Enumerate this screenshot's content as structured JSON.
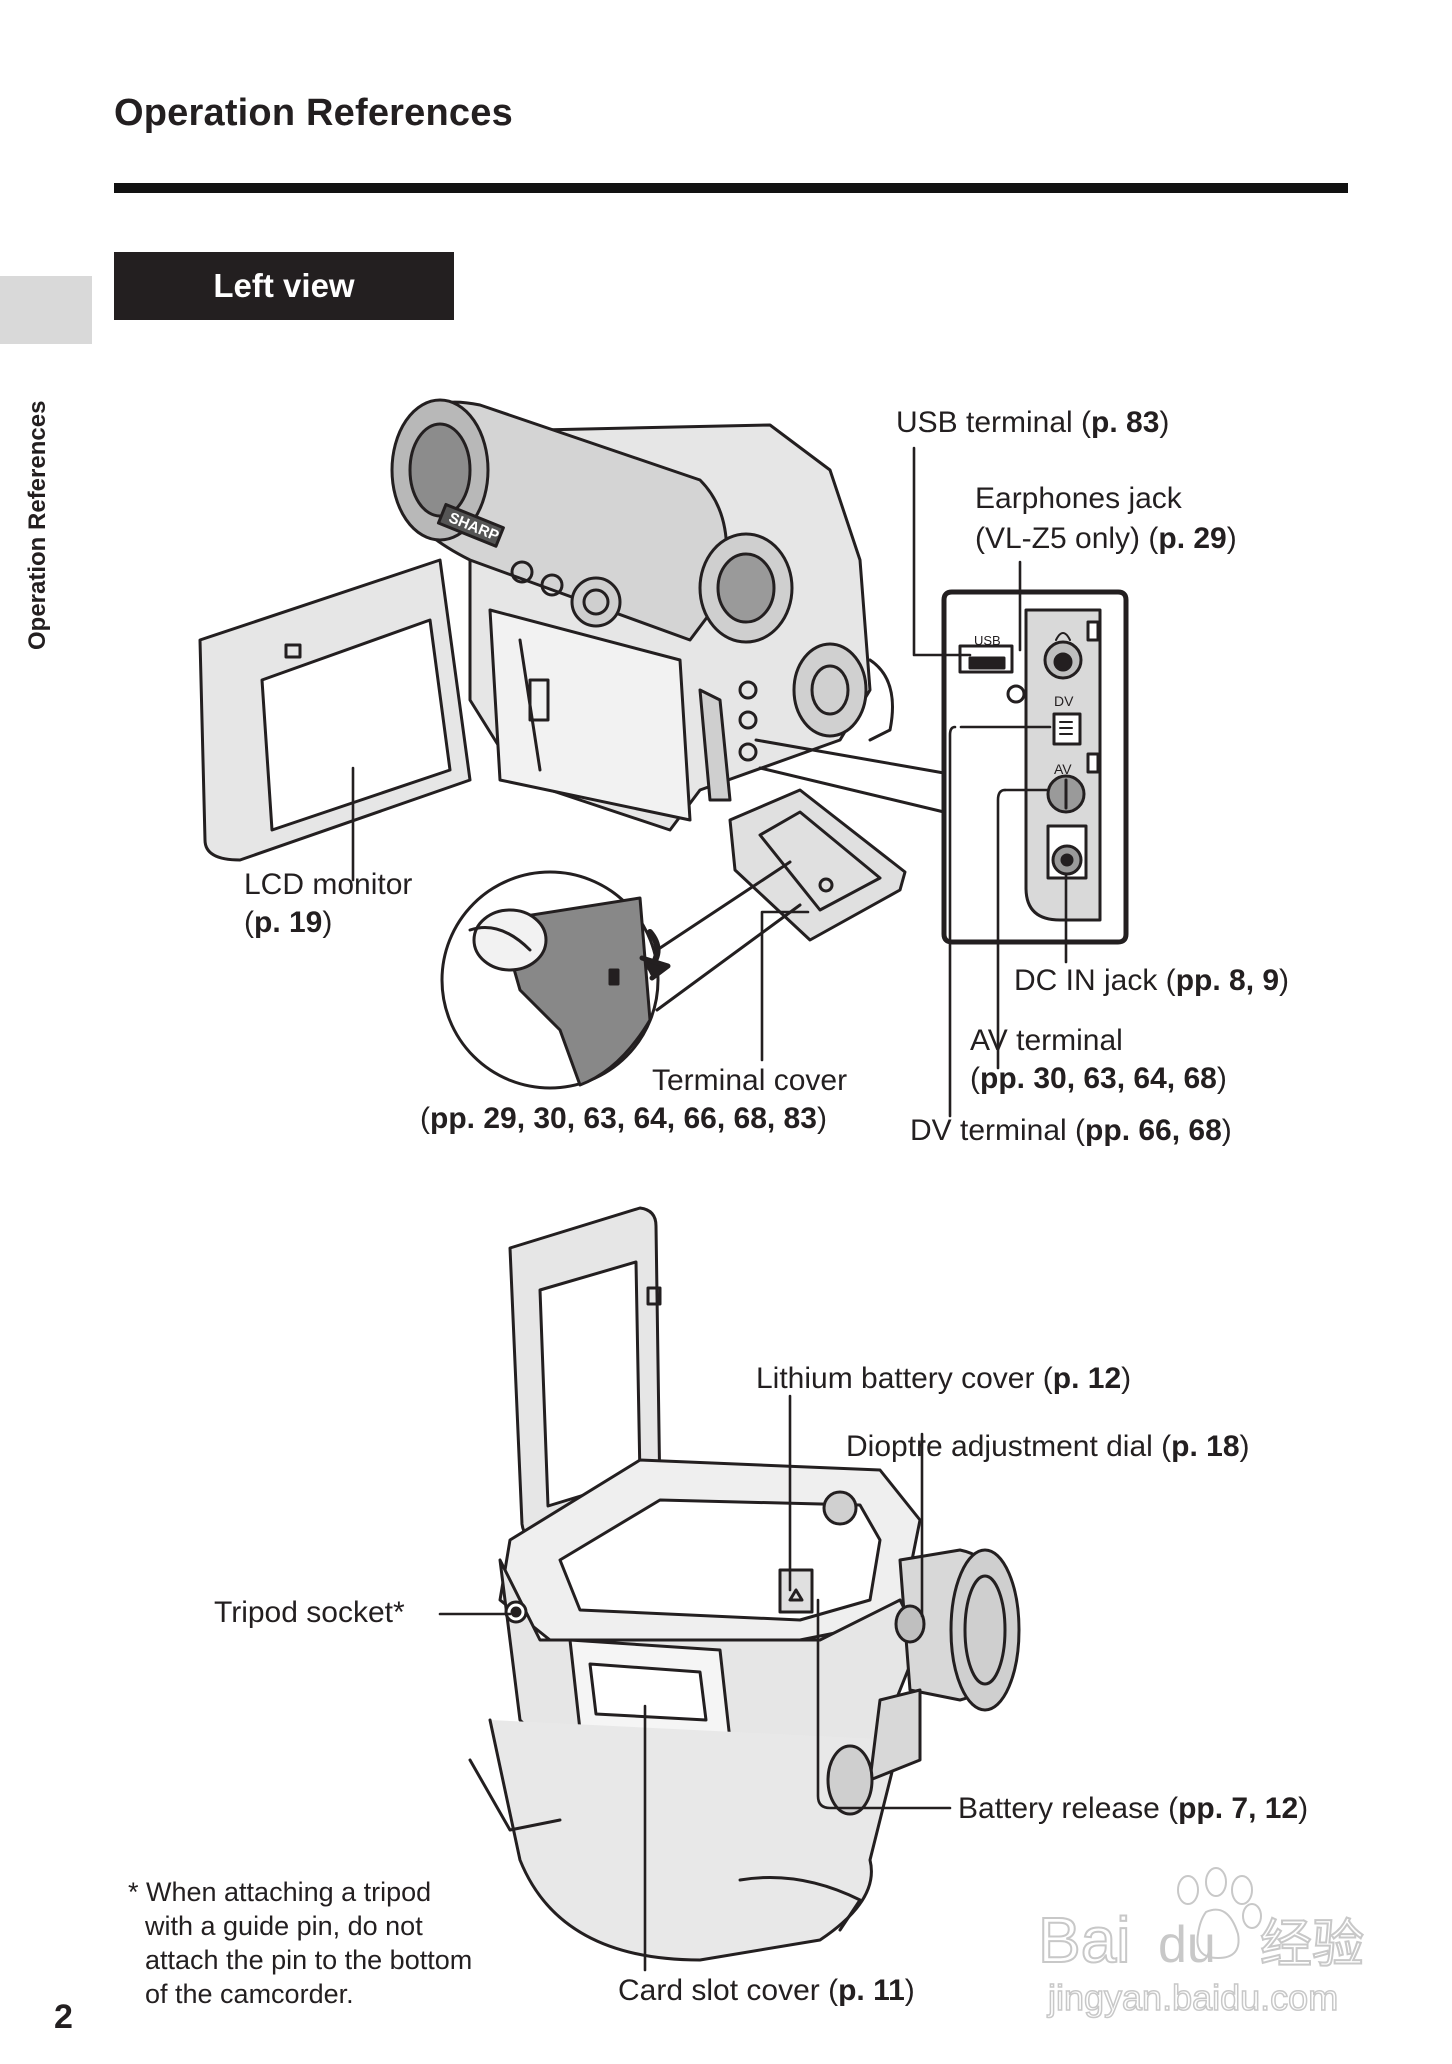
{
  "header": {
    "title": "Operation References"
  },
  "side_tab": {
    "label": "Operation References"
  },
  "section": {
    "title": "Left view"
  },
  "callouts_top": {
    "usb": {
      "text": "USB terminal (",
      "ref": "p. 83",
      "close": ")"
    },
    "earphones_line1": "Earphones jack",
    "earphones_line2": {
      "text": "(VL-Z5 only) (",
      "ref": "p. 29",
      "close": ")"
    },
    "lcd_line1": "LCD monitor",
    "lcd_line2": {
      "open": "(",
      "ref": "p. 19",
      "close": ")"
    },
    "dc_in": {
      "text": "DC IN jack  (",
      "ref": "pp. 8, 9",
      "close": ")"
    },
    "av_line1": "AV terminal",
    "av_line2": {
      "open": "(",
      "ref": "pp. 30, 63, 64, 68",
      "close": ")"
    },
    "terminal_cover_line1": "Terminal cover",
    "terminal_cover_line2": {
      "open": "(",
      "ref": "pp. 29, 30, 63, 64, 66, 68, 83",
      "close": ")"
    },
    "dv": {
      "text": "DV terminal (",
      "ref": "pp. 66, 68",
      "close": ")"
    }
  },
  "panel_labels": {
    "usb": "USB",
    "dv": "DV",
    "av": "AV",
    "brand": "SHARP"
  },
  "callouts_bottom": {
    "lithium": {
      "text": "Lithium battery cover (",
      "ref": "p. 12",
      "close": ")"
    },
    "dioptre": {
      "text": "Dioptre adjustment dial (",
      "ref": "p. 18",
      "close": ")"
    },
    "tripod": "Tripod socket*",
    "battery_release": {
      "text": "Battery release (",
      "ref": "pp. 7, 12",
      "close": ")"
    },
    "card_slot": {
      "text": "Card slot cover (",
      "ref": "p. 11",
      "close": ")"
    }
  },
  "footnote": {
    "line1": "* When attaching a tripod",
    "line2": "with a guide pin, do not",
    "line3": "attach the pin to the bottom",
    "line4": "of the camcorder."
  },
  "page_number": "2",
  "watermark": {
    "line1": "Bai",
    "line2": "du",
    "line3": "经验",
    "line4": "jingyan.baidu.com"
  }
}
